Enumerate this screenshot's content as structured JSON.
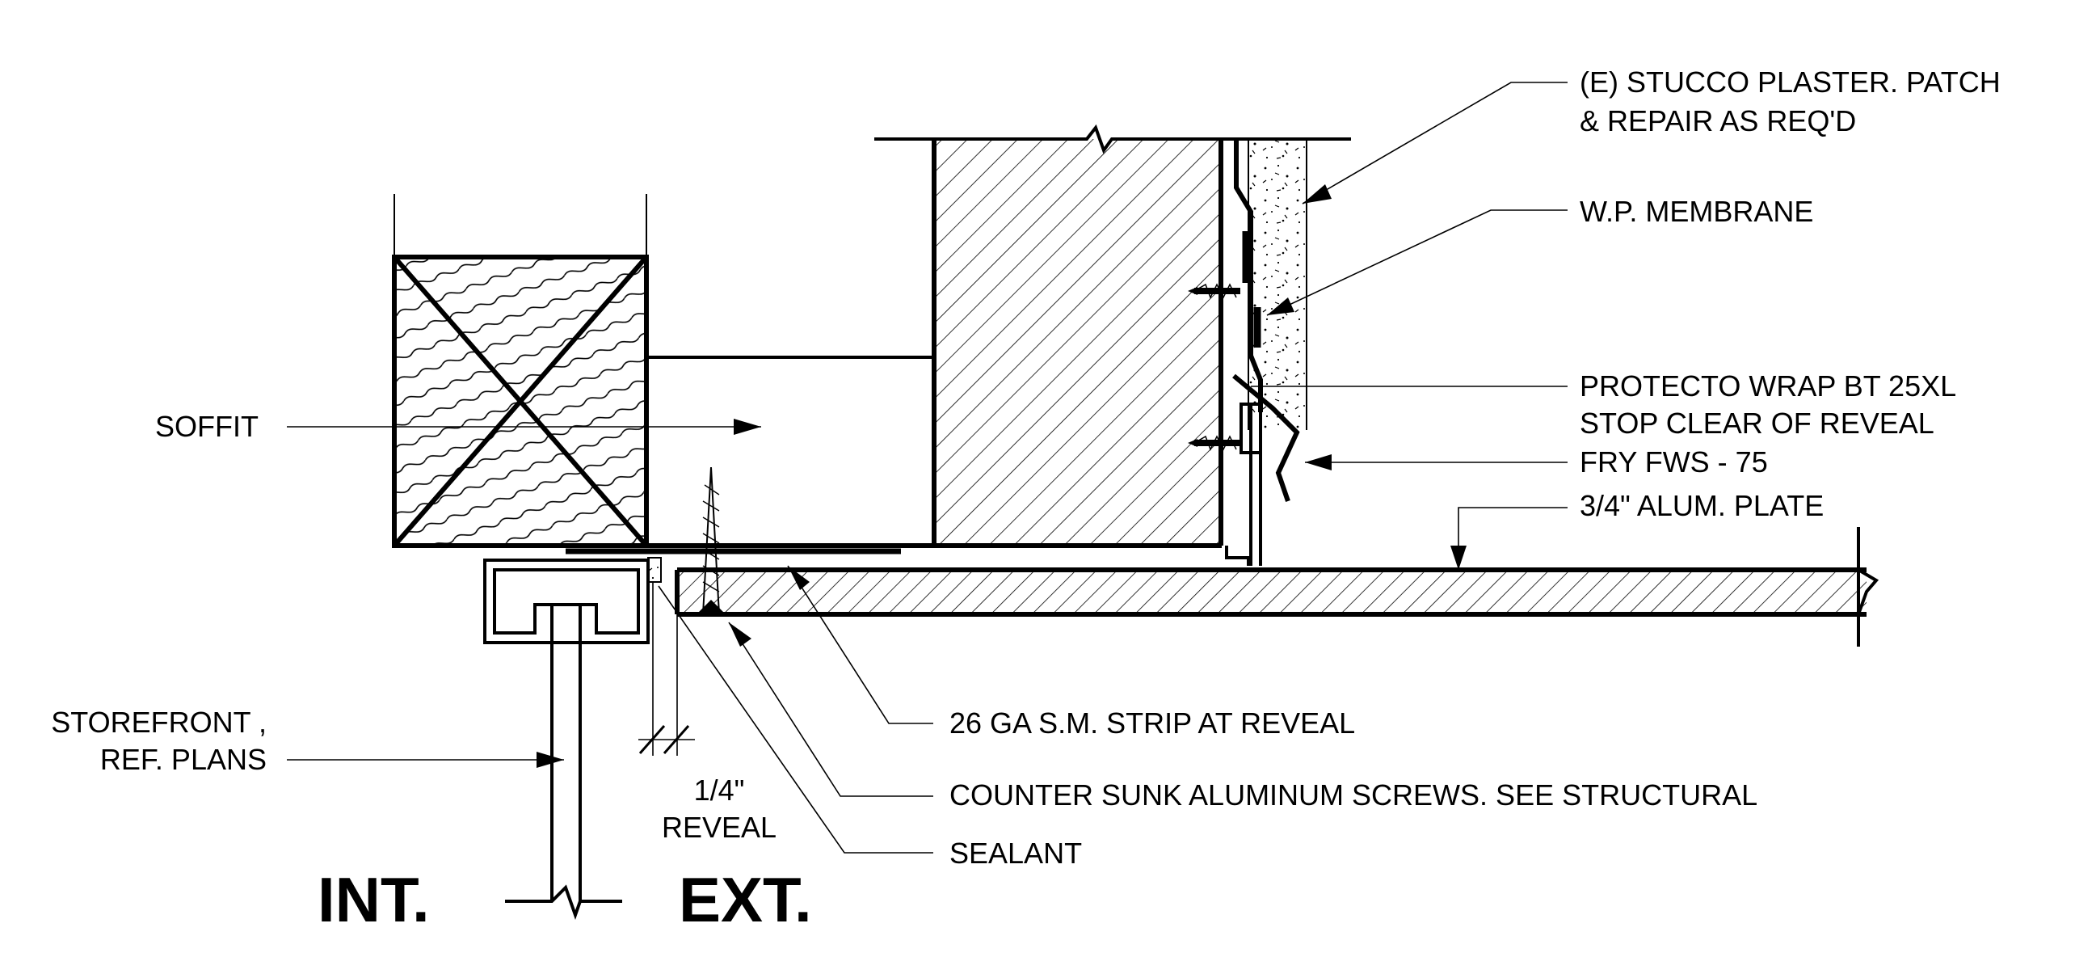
{
  "labels": {
    "stucco": [
      "(E) STUCCO PLASTER. PATCH",
      "& REPAIR AS REQ'D"
    ],
    "membrane": "W.P. MEMBRANE",
    "protecto": [
      "PROTECTO WRAP BT 25XL",
      "STOP CLEAR OF REVEAL"
    ],
    "fry": "FRY FWS - 75",
    "plate": "3/4\" ALUM. PLATE",
    "soffit": "SOFFIT",
    "storefront": [
      "STOREFRONT ,",
      "REF. PLANS"
    ],
    "strip": "26 GA S.M. STRIP AT REVEAL",
    "screws": "COUNTER SUNK ALUMINUM SCREWS. SEE STRUCTURAL",
    "sealant": "SEALANT",
    "reveal": [
      "1/4\"",
      "REVEAL"
    ],
    "interior": "INT.",
    "exterior": "EXT."
  }
}
